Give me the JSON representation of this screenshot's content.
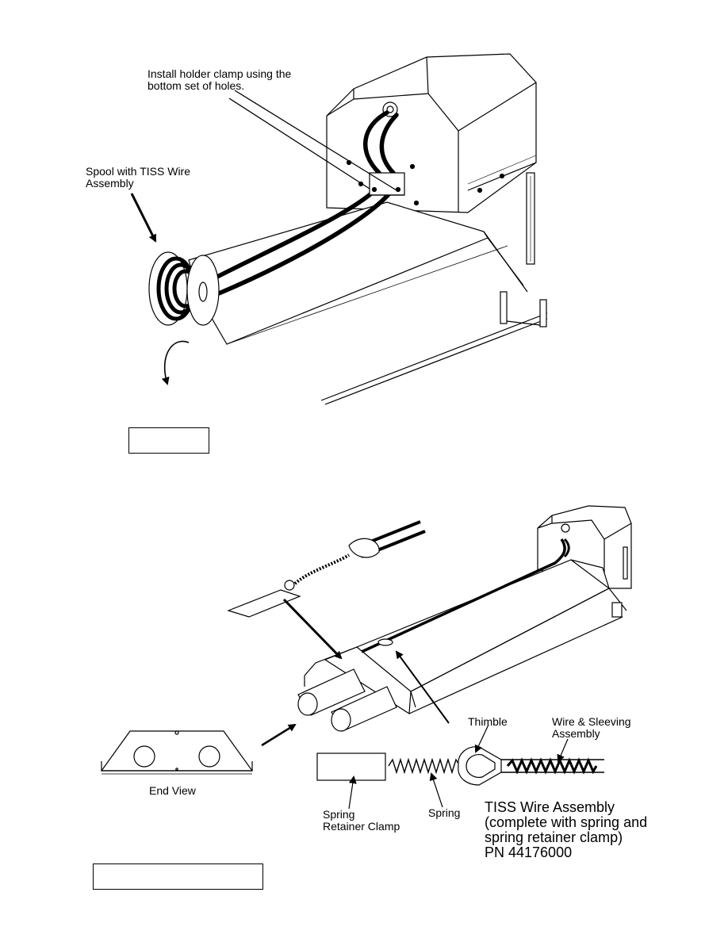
{
  "top_figure": {
    "labels": {
      "holder_clamp": "Install holder clamp using the\nbottom set of holes.",
      "spool": "Spool with TISS Wire\nAssembly"
    },
    "caption_box": ""
  },
  "bottom_figure": {
    "labels": {
      "thimble": "Thimble",
      "wire_sleeving": "Wire & Sleeving\nAssembly",
      "end_view": "End View",
      "spring_retainer_clamp": "Spring\nRetainer Clamp",
      "spring": "Spring",
      "assembly_note": "TISS Wire Assembly\n(complete with spring and\nspring retainer clamp)\nPN 44176000"
    },
    "caption_box": ""
  }
}
